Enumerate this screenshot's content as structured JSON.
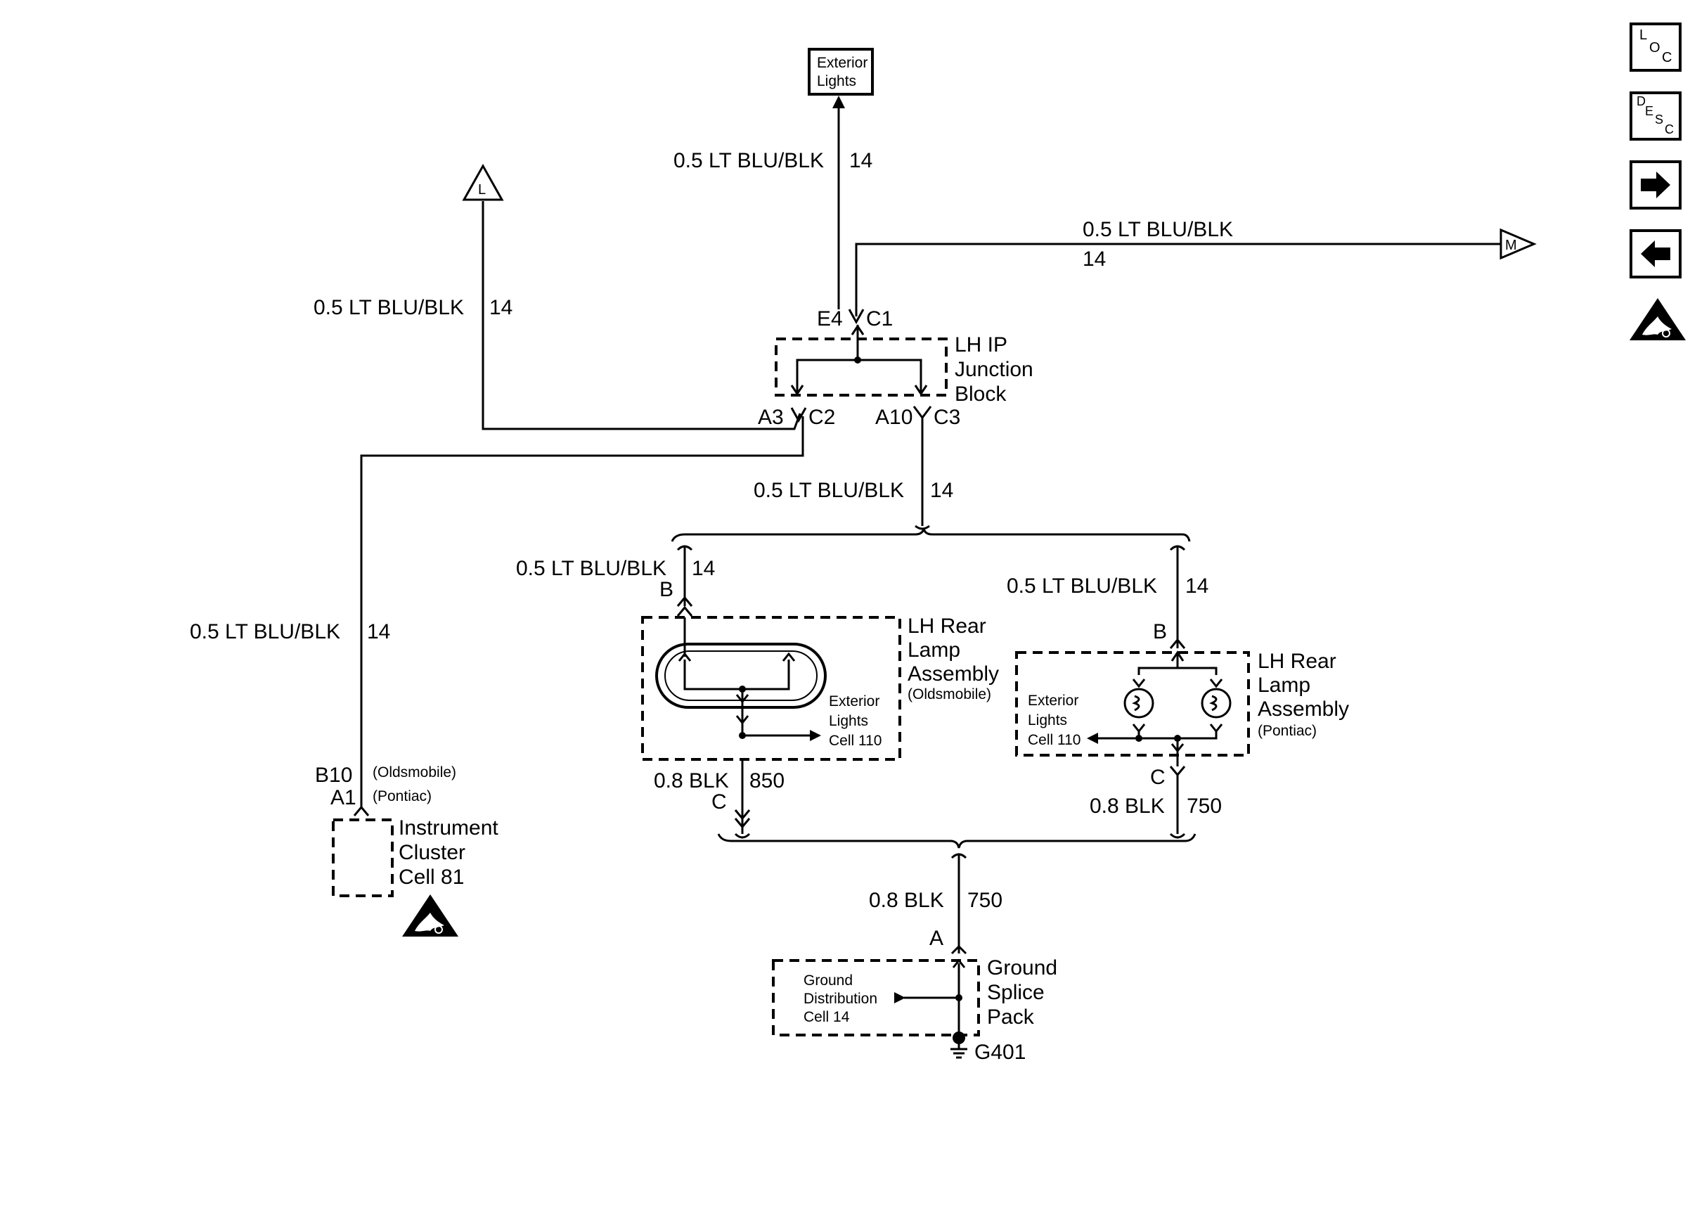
{
  "connectors": {
    "exterior_lights_top": "Exterior\nLights",
    "off_page_l": "L",
    "off_page_m": "M"
  },
  "wires": {
    "w_top": {
      "gauge_color": "0.5 LT BLU/BLK",
      "circuit": "14"
    },
    "w_right": {
      "gauge_color": "0.5 LT BLU/BLK",
      "circuit": "14"
    },
    "w_left_upper": {
      "gauge_color": "0.5 LT BLU/BLK",
      "circuit": "14"
    },
    "w_mid": {
      "gauge_color": "0.5 LT BLU/BLK",
      "circuit": "14"
    },
    "w_olds_lamp": {
      "gauge_color": "0.5 LT BLU/BLK",
      "circuit": "14"
    },
    "w_pontiac_lamp": {
      "gauge_color": "0.5 LT BLU/BLK",
      "circuit": "14"
    },
    "w_cluster": {
      "gauge_color": "0.5 LT BLU/BLK",
      "circuit": "14"
    },
    "g_olds": {
      "gauge_color": "0.8 BLK",
      "circuit": "850"
    },
    "g_pontiac": {
      "gauge_color": "0.8 BLK",
      "circuit": "750"
    },
    "g_main": {
      "gauge_color": "0.8 BLK",
      "circuit": "750"
    }
  },
  "pins": {
    "e4": "E4",
    "c1": "C1",
    "a3": "A3",
    "c2": "C2",
    "a10": "A10",
    "c3": "C3",
    "olds_b": "B",
    "olds_c": "C",
    "pontiac_b": "B",
    "pontiac_c": "C",
    "cluster_b10": "B10",
    "cluster_a1": "A1",
    "splice_a": "A"
  },
  "components": {
    "junction_block": "LH IP\nJunction\nBlock",
    "olds_lamp": "LH Rear\nLamp\nAssembly",
    "olds_lamp_note": "(Oldsmobile)",
    "pontiac_lamp": "LH Rear\nLamp\nAssembly",
    "pontiac_lamp_note": "(Pontiac)",
    "cluster": "Instrument\nCluster\nCell 81",
    "cluster_olds_note": "(Oldsmobile)",
    "cluster_pontiac_note": "(Pontiac)",
    "olds_ref": "Exterior\nLights\nCell 110",
    "pontiac_ref": "Exterior\nLights\nCell 110",
    "ground_splice": "Ground\nSplice\nPack",
    "ground_ref": "Ground\nDistribution\nCell 14",
    "ground_point": "G401"
  },
  "nav": {
    "loc_icon": "loc-icon",
    "desc_icon": "desc-icon",
    "next_icon": "arrow-right-icon",
    "prev_icon": "arrow-left-icon",
    "esd_icon": "esd-warning-icon"
  }
}
